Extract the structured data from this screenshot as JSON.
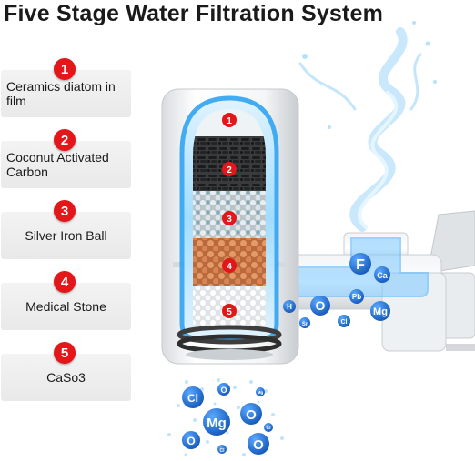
{
  "title": "Five Stage Water Filtration System",
  "stages": [
    {
      "number": "1",
      "label": "Ceramics diatom in film"
    },
    {
      "number": "2",
      "label": "Coconut Activated Carbon"
    },
    {
      "number": "3",
      "label": "Silver Iron Ball"
    },
    {
      "number": "4",
      "label": "Medical Stone"
    },
    {
      "number": "5",
      "label": "CaSo3"
    }
  ],
  "layer_numbers": [
    "1",
    "2",
    "3",
    "4",
    "5"
  ],
  "ions_pipe": [
    "F",
    "Ca",
    "Pb",
    "O",
    "H",
    "Mg",
    "Sr",
    "Cl"
  ],
  "ions_bottom": [
    "Cl",
    "O",
    "Mg",
    "O",
    "O",
    "Cl",
    "Mg",
    "O",
    "Cl"
  ],
  "colors": {
    "badge": "#e3161a",
    "ion_blue": "#1b6fd6",
    "panel_gray": "#efefef",
    "glow": "#7ecbff"
  }
}
